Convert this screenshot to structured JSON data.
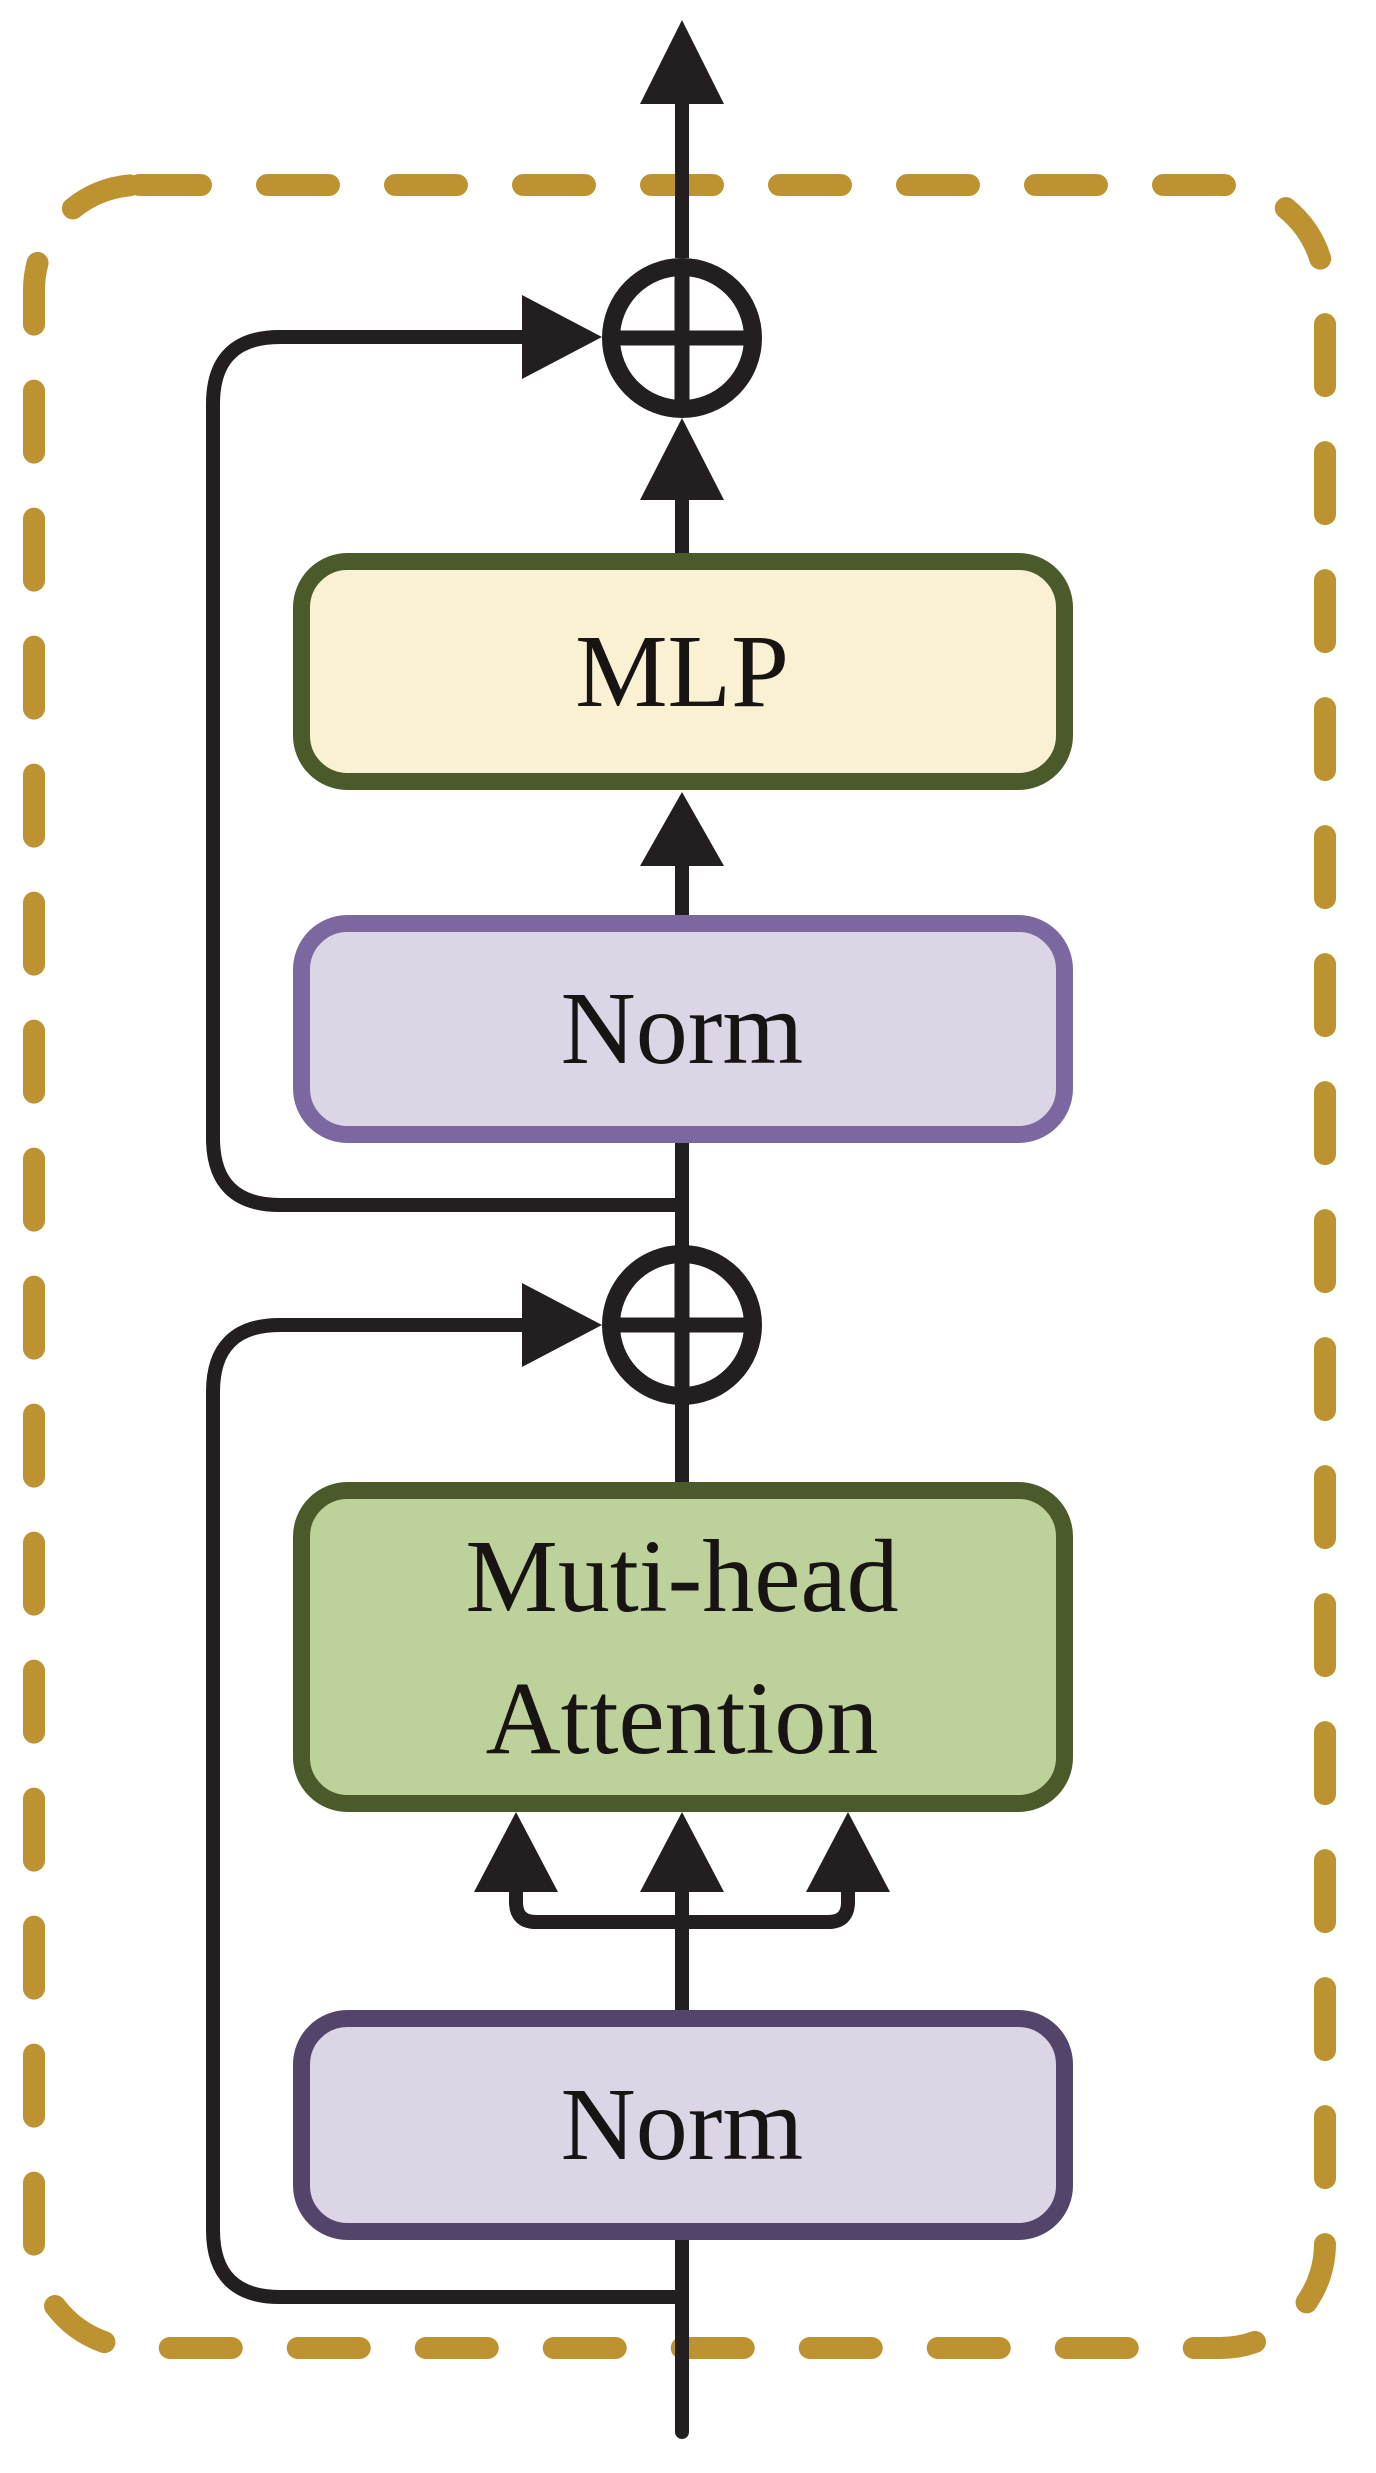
{
  "diagram": {
    "description": "Transformer encoder block diagram",
    "blocks": {
      "mlp": {
        "label": "MLP",
        "fill": "#faf0d2",
        "border": "#4a5a2a"
      },
      "norm_top": {
        "label": "Norm",
        "fill": "#dcd5e6",
        "border": "#7b68a0"
      },
      "attention": {
        "line1": "Muti-head",
        "line2": "Attention",
        "fill": "#bdd29a",
        "border": "#4a5a2a"
      },
      "norm_bottom": {
        "label": "Norm",
        "fill": "#dcd5e6",
        "border": "#53456a"
      }
    },
    "operators": {
      "add_top": "⊕",
      "add_bottom": "⊕"
    },
    "colors": {
      "boundary_dash": "#bd9331",
      "flow_line": "#231f20",
      "background": "#ffffff"
    }
  }
}
